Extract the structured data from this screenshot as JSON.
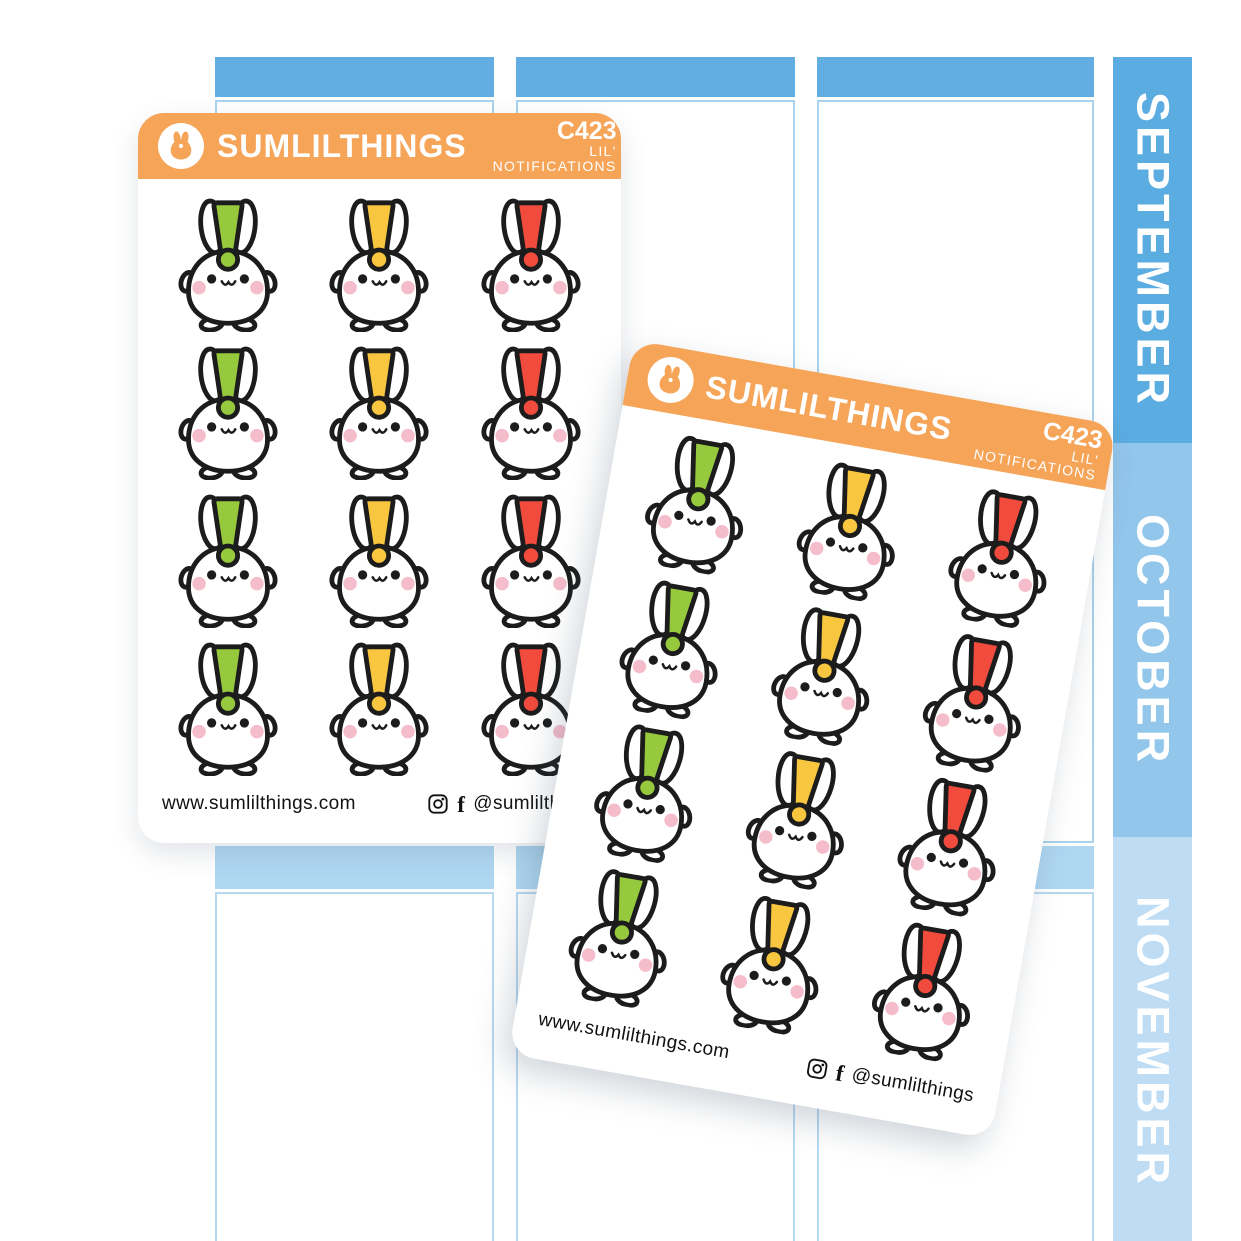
{
  "brand": {
    "name": "SUMLILTHINGS",
    "website": "www.sumlilthings.com",
    "social_handle": "@sumlilthings",
    "social_icons": [
      "instagram-icon",
      "facebook-icon"
    ],
    "logo_icon": "bunny-icon"
  },
  "product": {
    "code": "C423",
    "title": "LIL' NOTIFICATIONS"
  },
  "colors": {
    "header_orange": "#F6A458",
    "outline_black": "#1C1C1C",
    "cheek_pink": "#F5BCCB",
    "green": "#97C93F",
    "yellow": "#F8C73F",
    "red": "#F04B3C",
    "top_header_blue": "#62ADE1",
    "bottom_header_blue": "#AFD7F2"
  },
  "calendar": {
    "tabs": [
      {
        "label": "SEPTEMBER",
        "color": "#5BACE1"
      },
      {
        "label": "OCTOBER",
        "color": "#93C6EB"
      },
      {
        "label": "NOVEMBER",
        "color": "#BEDDF5"
      }
    ]
  },
  "sticker_sheets": [
    {
      "position": "back",
      "grid": [
        "green",
        "yellow",
        "red",
        "green",
        "yellow",
        "red",
        "green",
        "yellow",
        "red",
        "green",
        "yellow",
        "red"
      ]
    },
    {
      "position": "front",
      "grid": [
        "green",
        "yellow",
        "red",
        "green",
        "yellow",
        "red",
        "green",
        "yellow",
        "red",
        "green",
        "yellow",
        "red"
      ]
    }
  ]
}
